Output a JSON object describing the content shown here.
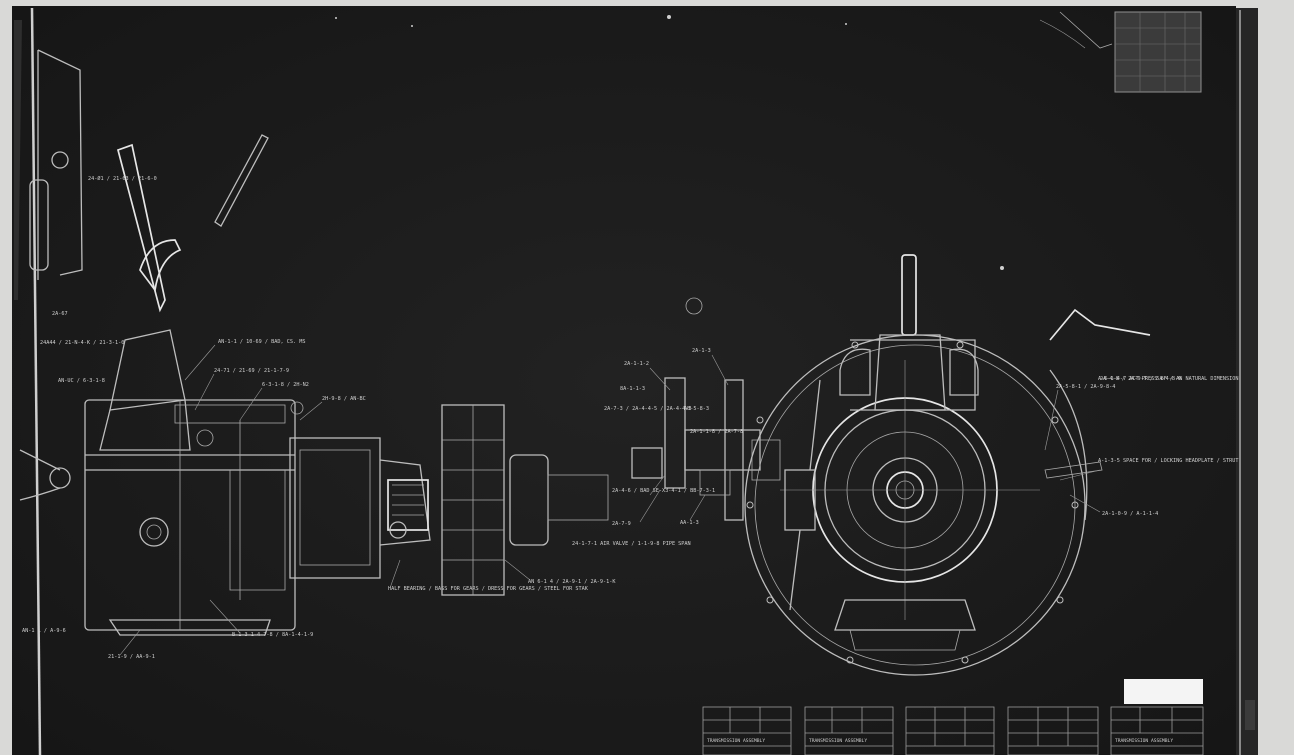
{
  "sheet": {
    "paper_color": "#d9d9d7",
    "blueprint_color": "#1c1c1c",
    "line_color": "#bdbdbd",
    "highlight_color": "#e6e6e6"
  },
  "side_view": {
    "labels": [
      "24-Ø1 / 21-63 / 21-6-0",
      "2A-67",
      "24A44 / 21-N-4-K / 21-3-1-0",
      "AN-UC / 6-3-1-8",
      "AN-1-1 / 10-69 / BAD, CS. MS",
      "24-71 / 21-69 / 21-1-7-9",
      "6-3-1-8 / 2H-N2",
      "2H-9-8 / AN-BC"
    ],
    "bottom_labels": [
      "AN-1 L / A-9-6",
      "21-1-9 / AA-9-1",
      "B-1-3-1-4-7-8 / 8A-1-4-1-9",
      "AN 6-1 4 / 2A-9-1 / 2A-9-1-K",
      "24-1-7-1 AIR VALVE / 1-1-9-8 PIPE SPAN",
      "HALF BEARING / BASS FOR GEARS / DRESS FOR GEARS / STEEL FOR STAK"
    ]
  },
  "center_view": {
    "labels": [
      "2A-1-1-2",
      "2A-1-3",
      "2A-7-3 / 2A-4-4-5 / 2A-4-4-3",
      "8A-1-1-3",
      "2A-4-6 / BAD SE-X3-4-1 / BB-7-3-1",
      "2A-7-9",
      "AB-5-8-3",
      "AA-1-3",
      "2A-1-1-8 / 2A-7-8"
    ]
  },
  "front_view": {
    "labels": [
      "2A-5-8-1 / 2A-9-8-4",
      "2A-4-8 / 2A-9-7 / 5A-4-8-9",
      "A-6-1-4-7 ACT PRESS BF / AN NATURAL DIMENSION",
      "A-1-3-5 SPACE FOR / LOCKING HEADPLATE / STRUT",
      "2A-1-0-9 / A-1-1-4"
    ]
  },
  "title_blocks": [
    {
      "heading": "TRANSMISSION ASSEMBLY"
    },
    {
      "heading": "TRANSMISSION ASSEMBLY"
    },
    {
      "heading": ""
    },
    {
      "heading": ""
    },
    {
      "heading": "TRANSMISSION ASSEMBLY"
    }
  ],
  "stamp": {
    "text": ""
  }
}
